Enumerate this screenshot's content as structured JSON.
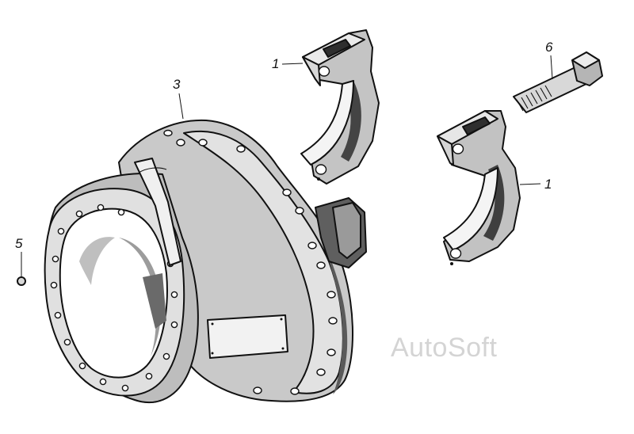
{
  "callouts": {
    "part1_upper": "1",
    "part1_lower": "1",
    "part3": "3",
    "part5": "5",
    "part6": "6"
  },
  "watermark": "AutoSoft",
  "colors": {
    "line": "#111111",
    "shade_dark": "#4a4a4a",
    "shade_mid": "#a9a9a9",
    "shade_light": "#d6d6d6",
    "watermark": "#d4d4d4"
  }
}
